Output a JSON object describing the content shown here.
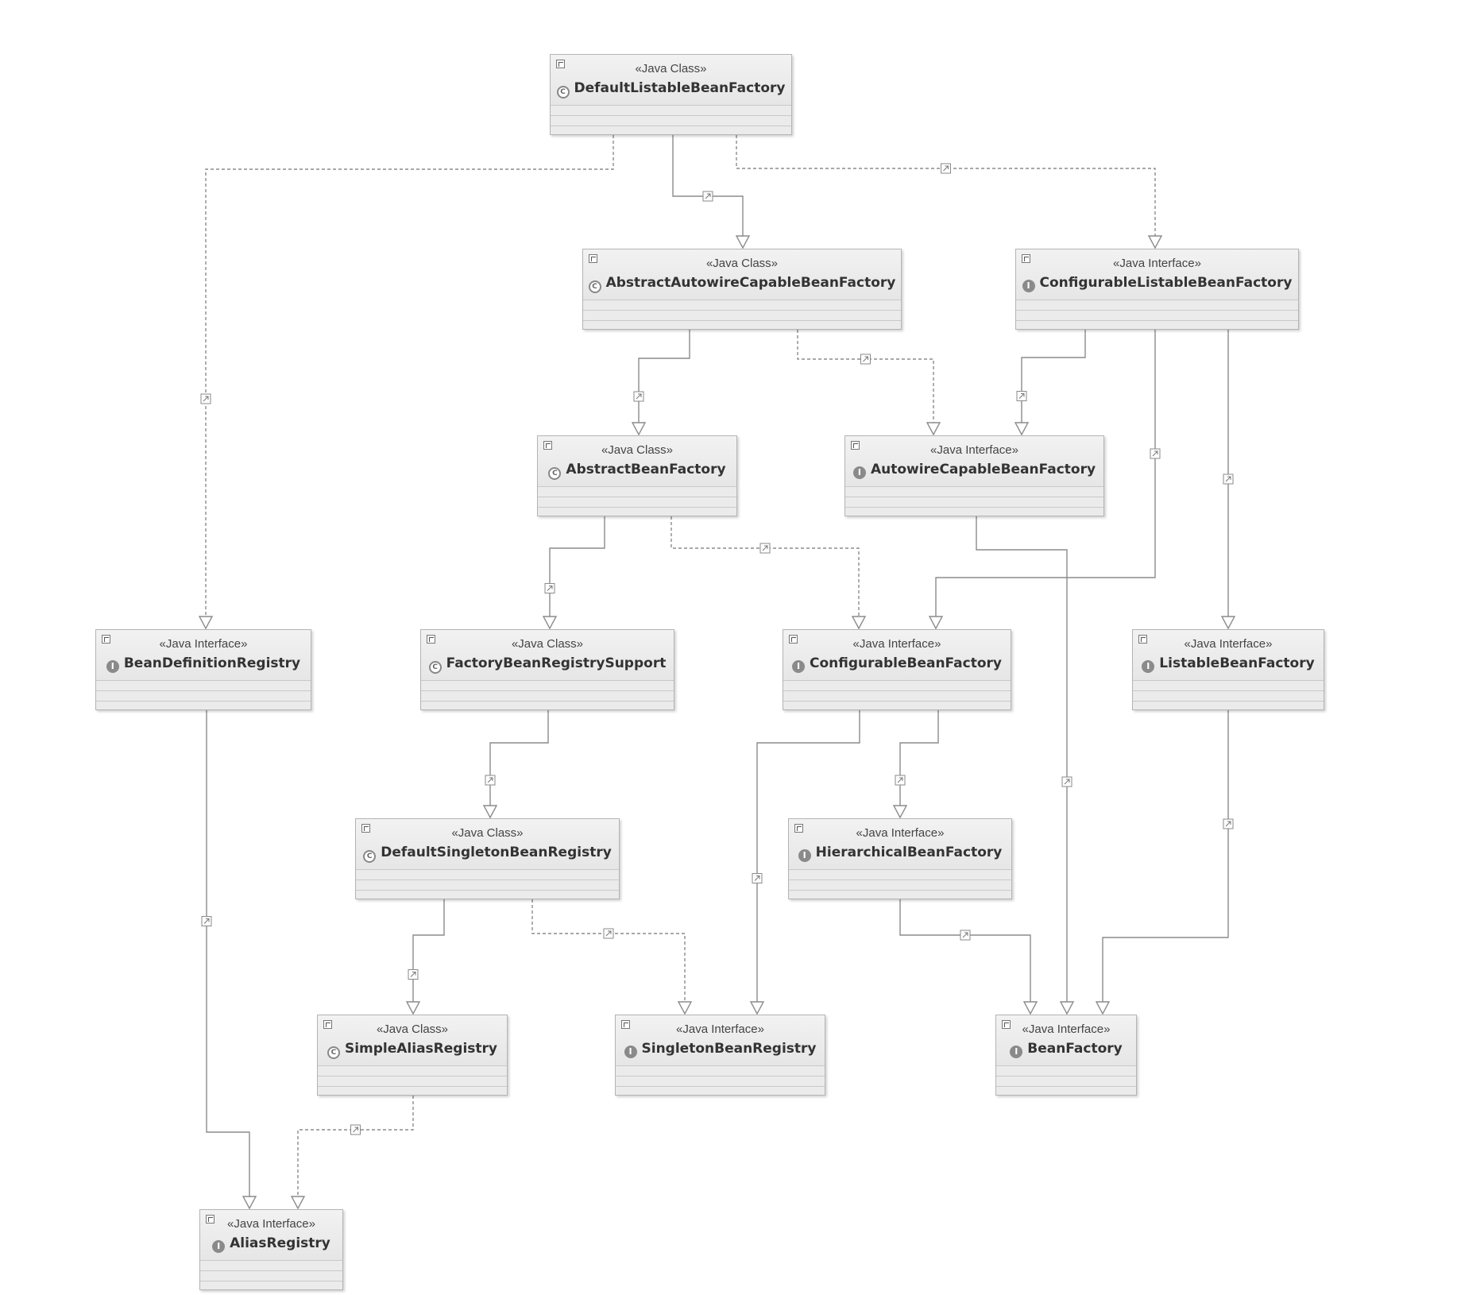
{
  "nodes": [
    {
      "id": "dlbf",
      "stereotype": "«Java Class»",
      "name": "DefaultListableBeanFactory",
      "kind": "class"
    },
    {
      "id": "aacbf",
      "stereotype": "«Java Class»",
      "name": "AbstractAutowireCapableBeanFactory",
      "kind": "class"
    },
    {
      "id": "clbf",
      "stereotype": "«Java Interface»",
      "name": "ConfigurableListableBeanFactory",
      "kind": "interface"
    },
    {
      "id": "abf",
      "stereotype": "«Java Class»",
      "name": "AbstractBeanFactory",
      "kind": "class"
    },
    {
      "id": "acbf",
      "stereotype": "«Java Interface»",
      "name": "AutowireCapableBeanFactory",
      "kind": "interface"
    },
    {
      "id": "bdr",
      "stereotype": "«Java Interface»",
      "name": "BeanDefinitionRegistry",
      "kind": "interface"
    },
    {
      "id": "fbrs",
      "stereotype": "«Java Class»",
      "name": "FactoryBeanRegistrySupport",
      "kind": "class"
    },
    {
      "id": "cbf",
      "stereotype": "«Java Interface»",
      "name": "ConfigurableBeanFactory",
      "kind": "interface"
    },
    {
      "id": "lbf",
      "stereotype": "«Java Interface»",
      "name": "ListableBeanFactory",
      "kind": "interface"
    },
    {
      "id": "dsbr",
      "stereotype": "«Java Class»",
      "name": "DefaultSingletonBeanRegistry",
      "kind": "class"
    },
    {
      "id": "hbf",
      "stereotype": "«Java Interface»",
      "name": "HierarchicalBeanFactory",
      "kind": "interface"
    },
    {
      "id": "sar",
      "stereotype": "«Java Class»",
      "name": "SimpleAliasRegistry",
      "kind": "class"
    },
    {
      "id": "sbr",
      "stereotype": "«Java Interface»",
      "name": "SingletonBeanRegistry",
      "kind": "interface"
    },
    {
      "id": "bf",
      "stereotype": "«Java Interface»",
      "name": "BeanFactory",
      "kind": "interface"
    },
    {
      "id": "ar",
      "stereotype": "«Java Interface»",
      "name": "AliasRegistry",
      "kind": "interface"
    }
  ],
  "edges": [
    {
      "from": "dlbf",
      "to": "aacbf",
      "type": "extends"
    },
    {
      "from": "dlbf",
      "to": "clbf",
      "type": "implements"
    },
    {
      "from": "dlbf",
      "to": "bdr",
      "type": "implements"
    },
    {
      "from": "aacbf",
      "to": "abf",
      "type": "extends"
    },
    {
      "from": "aacbf",
      "to": "acbf",
      "type": "implements"
    },
    {
      "from": "clbf",
      "to": "acbf",
      "type": "extends"
    },
    {
      "from": "clbf",
      "to": "cbf",
      "type": "extends"
    },
    {
      "from": "clbf",
      "to": "lbf",
      "type": "extends"
    },
    {
      "from": "abf",
      "to": "fbrs",
      "type": "extends"
    },
    {
      "from": "abf",
      "to": "cbf",
      "type": "implements"
    },
    {
      "from": "acbf",
      "to": "bf",
      "type": "extends"
    },
    {
      "from": "fbrs",
      "to": "dsbr",
      "type": "extends"
    },
    {
      "from": "cbf",
      "to": "hbf",
      "type": "extends"
    },
    {
      "from": "cbf",
      "to": "sbr",
      "type": "extends"
    },
    {
      "from": "lbf",
      "to": "bf",
      "type": "extends"
    },
    {
      "from": "hbf",
      "to": "bf",
      "type": "extends"
    },
    {
      "from": "dsbr",
      "to": "sar",
      "type": "extends"
    },
    {
      "from": "dsbr",
      "to": "sbr",
      "type": "implements"
    },
    {
      "from": "bdr",
      "to": "ar",
      "type": "extends"
    },
    {
      "from": "sar",
      "to": "ar",
      "type": "implements"
    }
  ]
}
